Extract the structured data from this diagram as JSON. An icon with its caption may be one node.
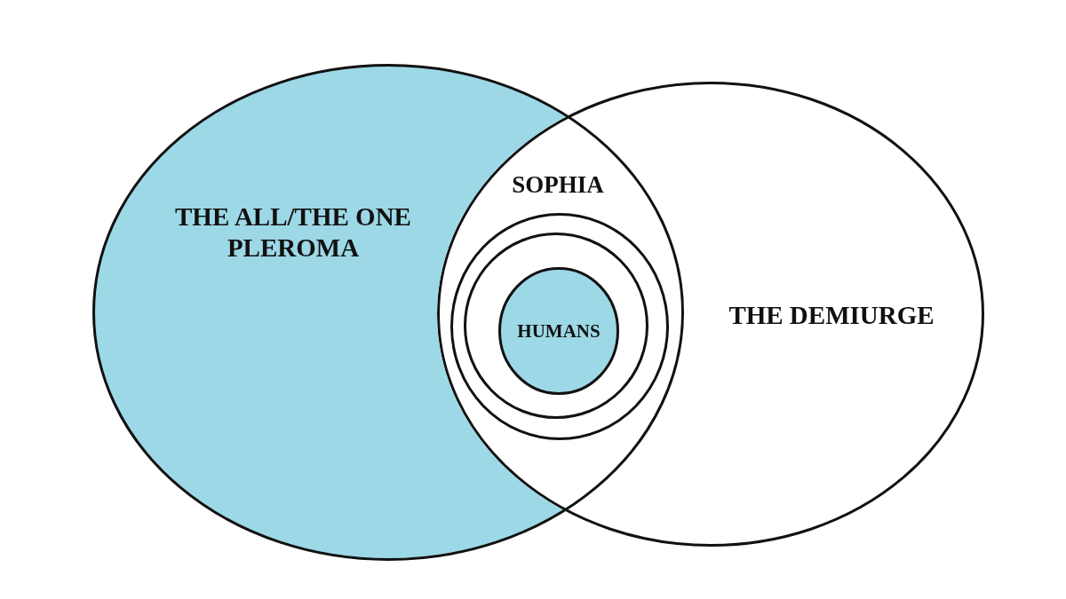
{
  "diagram": {
    "nodes": [
      {
        "text": [
          "THE ALL/THE ONE PLEROMA"
        ]
      },
      {
        "text": [
          "THE DEMIURGE"
        ]
      },
      {
        "text": [],
        "shape": "ellipse"
      },
      {
        "text": [],
        "shape": "ellipse",
        "in": 2
      },
      {
        "text": [
          "HUMANS"
        ],
        "in": 3
      }
    ],
    "labels": [
      "SOPHIA"
    ]
  }
}
